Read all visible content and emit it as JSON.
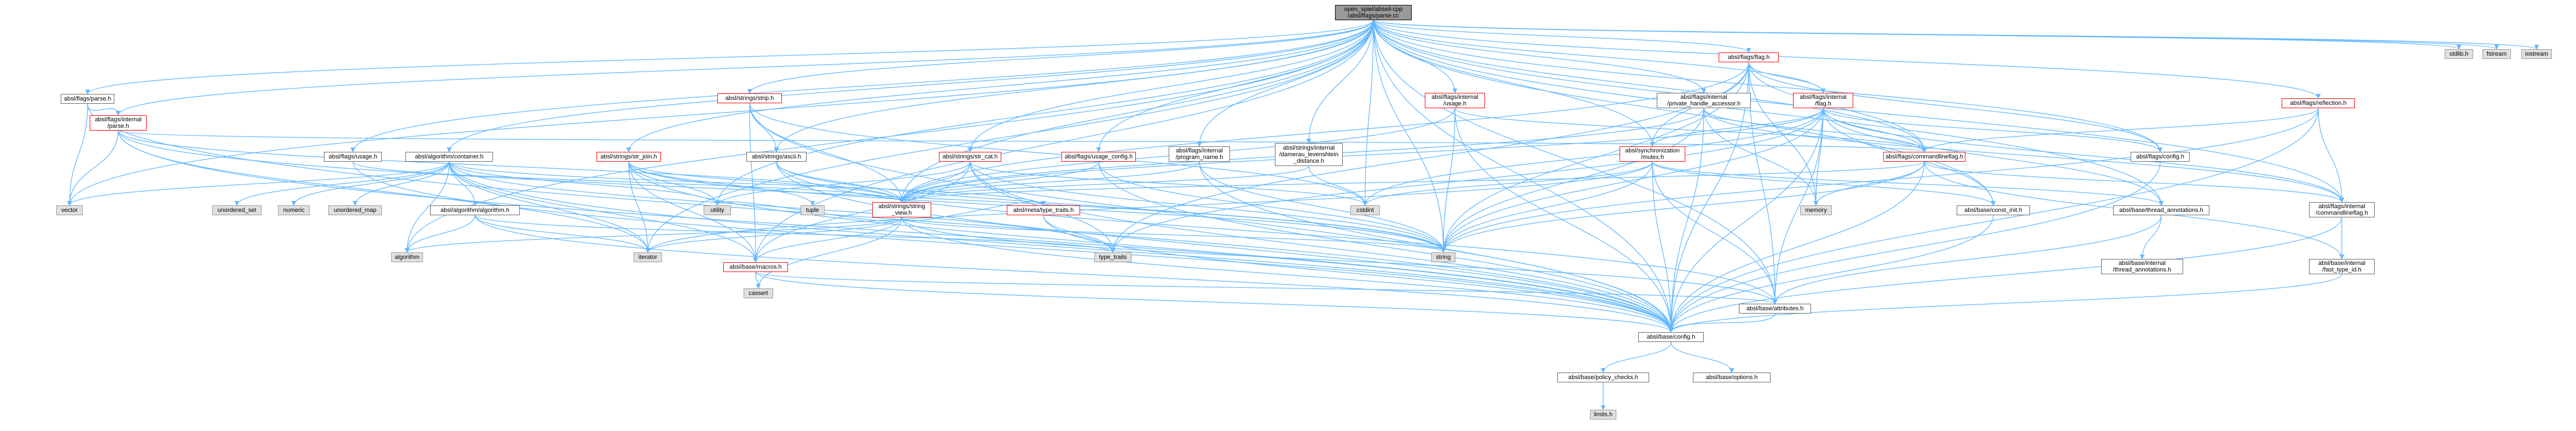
{
  "title": "open_spiel/abseil-cpp/absl/flags/parse.cc",
  "colors": {
    "edge": "#63B8FF",
    "node_border": "#666666",
    "node_border_red": "#ff0000",
    "node_fill_system": "#e0e0e0",
    "node_fill_root": "#999999"
  },
  "nodes": {
    "root": "open_spiel/abseil-cpp\n/absl/flags/parse.cc",
    "stdlib": "stdlib.h",
    "fstream": "fstream",
    "iostream": "iostream",
    "flag_h": "absl/flags/flag.h",
    "strip_h": "absl/strings/strip.h",
    "flags_parse_h": "absl/flags/parse.h",
    "internal_parse": "absl/flags/internal\n/parse.h",
    "usage_h": "absl/flags/usage.h",
    "container_h": "absl/algorithm/container.h",
    "str_join": "absl/strings/str_join.h",
    "ascii_h": "absl/strings/ascii.h",
    "internal_usage": "absl/flags/internal\n/usage.h",
    "private_handle": "absl/flags/internal\n/private_handle_accessor.h",
    "internal_flag": "absl/flags/internal\n/flag.h",
    "damerau": "absl/strings/internal\n/damerau_levenshtein\n_distance.h",
    "program_name": "absl/flags/internal\n/program_name.h",
    "usage_config": "absl/flags/usage_config.h",
    "str_cat": "absl/strings/str_cat.h",
    "mutex": "absl/synchronization\n/mutex.h",
    "commandlineflag_h": "absl/flags/commandlineflag.h",
    "flags_config": "absl/flags/config.h",
    "reflection": "absl/flags/reflection.h",
    "vector": "vector",
    "unordered_set": "unordered_set",
    "numeric": "numeric",
    "unordered_map": "unordered_map",
    "utility": "utility",
    "tuple": "tuple",
    "string_view": "absl/strings/string\n_view.h",
    "cstdint": "cstdint",
    "memory": "memory",
    "const_init": "absl/base/const_init.h",
    "thread_annotations": "absl/base/thread_annotations.h",
    "internal_commandlineflag": "absl/flags/internal\n/commandlineflag.h",
    "algorithm_h": "absl/algorithm/algorithm.h",
    "type_traits_absl": "absl/meta/type_traits.h",
    "algorithm": "algorithm",
    "iterator": "iterator",
    "macros": "absl/base/macros.h",
    "type_traits": "type_traits",
    "string": "string",
    "internal_thread_annotations": "absl/base/internal\n/thread_annotations.h",
    "fast_type_id": "absl/base/internal\n/fast_type_id.h",
    "cassert": "cassert",
    "attributes": "absl/base/attributes.h",
    "base_config": "absl/base/config.h",
    "policy_checks": "absl/base/policy_checks.h",
    "options": "absl/base/options.h",
    "limits": "limits.h"
  }
}
